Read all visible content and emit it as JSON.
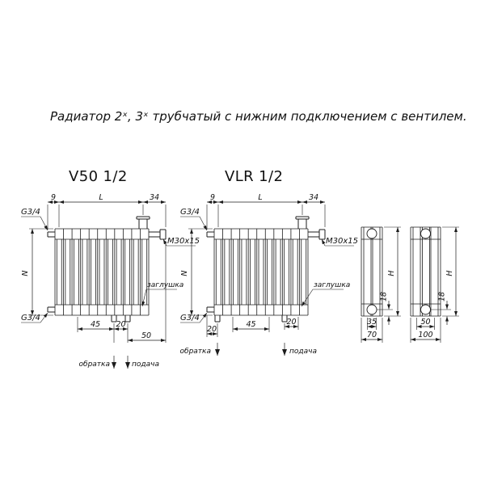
{
  "title": "Радиатор 2ˣ, 3ˣ трубчатый с нижним подключением с вентилем.",
  "colors": {
    "ink": "#1c1c1c",
    "background": "#ffffff"
  },
  "v50": {
    "label": "V50 1/2",
    "dim9": "9",
    "dimL": "L",
    "dim34": "34",
    "threadTop": "G3/4",
    "valveThread": "M30x15",
    "dimN": "N",
    "plug": "заглушка",
    "threadBottom": "G3/4",
    "dim45": "45",
    "dim20": "20",
    "dim50": "50",
    "flowReturn": "обратка",
    "flowSupply": "подача"
  },
  "vlr": {
    "label": "VLR 1/2",
    "dim9": "9",
    "dimL": "L",
    "dim34": "34",
    "threadTop": "G3/4",
    "valveThread": "M30x15",
    "dimN": "N",
    "plug": "заглушка",
    "threadBottom": "G3/4",
    "dim20Left": "20",
    "dim45": "45",
    "dim20Right": "20",
    "flowReturn": "обратка",
    "flowSupply": "подача"
  },
  "sideTwoColumn": {
    "dimH": "H",
    "dim18": "18",
    "dim35": "35",
    "dim70": "70"
  },
  "sideThreeColumn": {
    "dimH": "H",
    "dim18": "18",
    "dim50": "50",
    "dim100": "100"
  }
}
